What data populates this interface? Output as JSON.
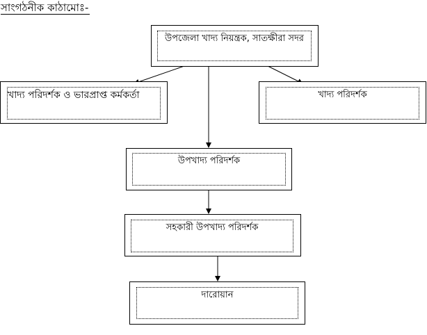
{
  "title": "সাংগঠনীক কাঠামোঃ-",
  "nodes": {
    "root": "উপজেলা খাদ্য নিয়ন্ত্রক, সাতক্ষীরা সদর",
    "left": "খাদ্য পরিদর্শক ও ভারপ্রাপ্ত কর্মকর্তা",
    "right": "খাদ্য পরিদর্শক",
    "level2": "উপখাদ্য পরিদর্শক",
    "level3": "সহকারী উপখাদ্য পরিদর্শক",
    "level4": "দারোয়ান"
  }
}
